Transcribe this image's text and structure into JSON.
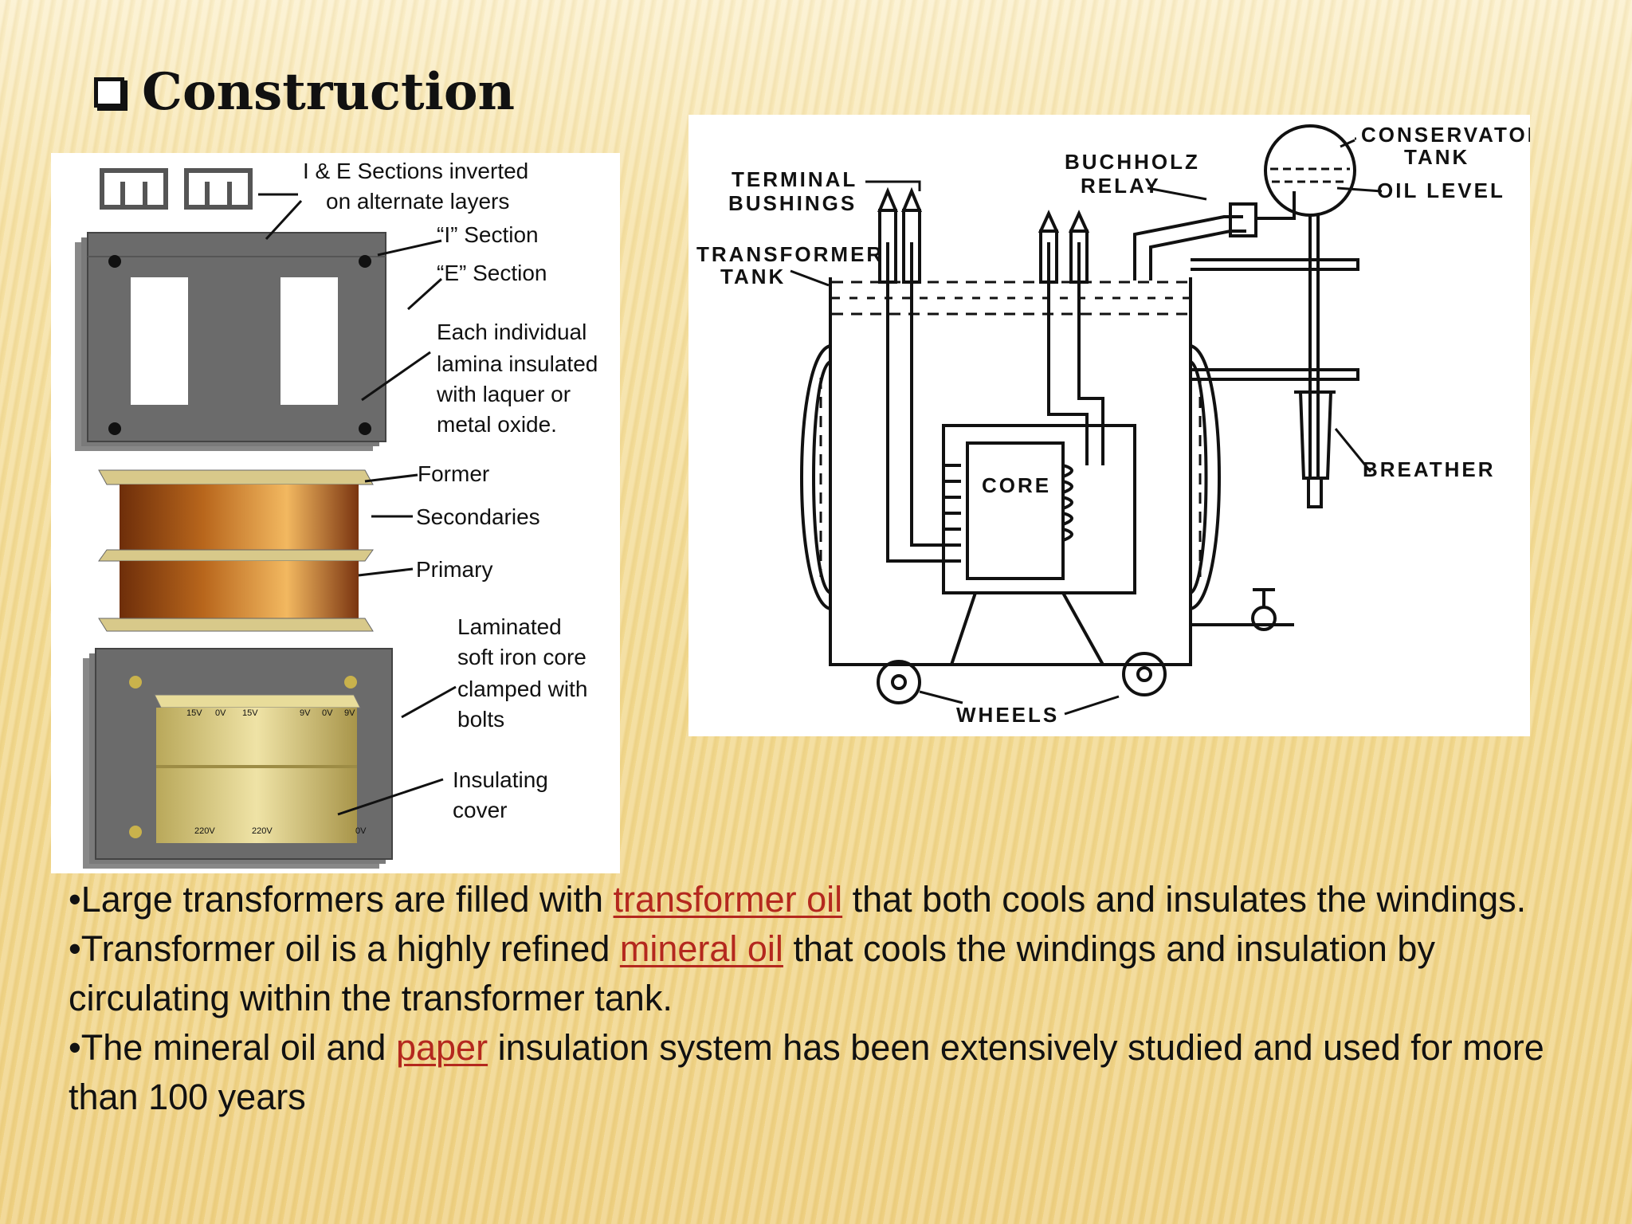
{
  "slide": {
    "title": "Construction",
    "title_icon": "checkbox-square-icon"
  },
  "left_diagram": {
    "labels": {
      "ie_sections": "I & E Sections inverted",
      "ie_sections_2": "on alternate layers",
      "i_section": "“I” Section",
      "e_section": "“E” Section",
      "lamina_1": "Each individual",
      "lamina_2": "lamina insulated",
      "lamina_3": "with laquer or",
      "lamina_4": "metal oxide.",
      "former": "Former",
      "secondaries": "Secondaries",
      "primary": "Primary",
      "core_1": "Laminated",
      "core_2": "soft iron core",
      "core_3": "clamped with",
      "core_4": "bolts",
      "cover_1": "Insulating",
      "cover_2": "cover",
      "v15a": "15V",
      "v0a": "0V",
      "v15b": "15V",
      "v9a": "9V",
      "v0b": "0V",
      "v9b": "9V",
      "v220a": "220V",
      "v220b": "220V",
      "v0c": "0V"
    }
  },
  "right_diagram": {
    "labels": {
      "terminal_1": "TERMINAL",
      "terminal_2": "BUSHINGS",
      "buchholz_1": "BUCHHOLZ",
      "buchholz_2": "RELAY",
      "conservator_1": "CONSERVATOR",
      "conservator_2": "TANK",
      "oil_level": "OIL LEVEL",
      "tank_1": "TRANSFORMER",
      "tank_2": "TANK",
      "core": "CORE",
      "breather": "BREATHER",
      "wheels": "WHEELS"
    }
  },
  "bullets": [
    {
      "pre": "•Large transformers are filled with ",
      "link": "transformer oil",
      "post": " that both cools and insulates the windings."
    },
    {
      "pre": "•Transformer oil is a highly refined ",
      "link": "mineral oil",
      "post": " that cools the windings and insulation by circulating within the transformer tank."
    },
    {
      "pre": "•The mineral oil and ",
      "link": "paper",
      "post": " insulation system has been extensively studied and used for more than 100 years"
    }
  ],
  "colors": {
    "link": "#b4281e",
    "copper": "#b8661c",
    "core_gray": "#6b6b6b",
    "cover_gold": "#d8c57a"
  }
}
